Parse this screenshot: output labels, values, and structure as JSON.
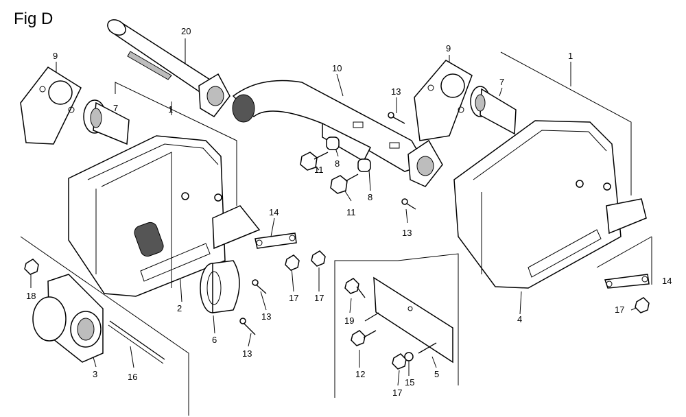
{
  "figure": {
    "title": "Fig D"
  },
  "callouts": [
    {
      "id": "c20",
      "label": "20"
    },
    {
      "id": "c9a",
      "label": "9"
    },
    {
      "id": "c7a",
      "label": "7"
    },
    {
      "id": "c1a",
      "label": "1"
    },
    {
      "id": "c10",
      "label": "10"
    },
    {
      "id": "c13a",
      "label": "13"
    },
    {
      "id": "c9b",
      "label": "9"
    },
    {
      "id": "c7b",
      "label": "7"
    },
    {
      "id": "c1b",
      "label": "1"
    },
    {
      "id": "c8a",
      "label": "8"
    },
    {
      "id": "c11a",
      "label": "11"
    },
    {
      "id": "c11b",
      "label": "11"
    },
    {
      "id": "c8b",
      "label": "8"
    },
    {
      "id": "c13b",
      "label": "13"
    },
    {
      "id": "c14a",
      "label": "14"
    },
    {
      "id": "c14b",
      "label": "14"
    },
    {
      "id": "c18",
      "label": "18"
    },
    {
      "id": "c2",
      "label": "2"
    },
    {
      "id": "c17a",
      "label": "17"
    },
    {
      "id": "c17b",
      "label": "17"
    },
    {
      "id": "c13c",
      "label": "13"
    },
    {
      "id": "c13d",
      "label": "13"
    },
    {
      "id": "c6",
      "label": "6"
    },
    {
      "id": "c3",
      "label": "3"
    },
    {
      "id": "c16",
      "label": "16"
    },
    {
      "id": "c19",
      "label": "19"
    },
    {
      "id": "c12",
      "label": "12"
    },
    {
      "id": "c15",
      "label": "15"
    },
    {
      "id": "c17c",
      "label": "17"
    },
    {
      "id": "c5",
      "label": "5"
    },
    {
      "id": "c4",
      "label": "4"
    },
    {
      "id": "c17d",
      "label": "17"
    }
  ],
  "parts": [
    {
      "id": "p20",
      "label": "exhaust-pipe"
    },
    {
      "id": "p9a",
      "label": "gasket"
    },
    {
      "id": "p7a",
      "label": "stud-pipe"
    },
    {
      "id": "p1a",
      "label": "muffler-left"
    },
    {
      "id": "p10",
      "label": "exhaust-bend-pipe"
    },
    {
      "id": "p9b",
      "label": "gasket"
    },
    {
      "id": "p7b",
      "label": "stud-pipe"
    },
    {
      "id": "p1b",
      "label": "muffler-right"
    },
    {
      "id": "p6",
      "label": "end-cap"
    },
    {
      "id": "p3",
      "label": "exhaust-flange"
    },
    {
      "id": "p16",
      "label": "stud-bolt"
    },
    {
      "id": "p5",
      "label": "mounting-plate"
    }
  ]
}
